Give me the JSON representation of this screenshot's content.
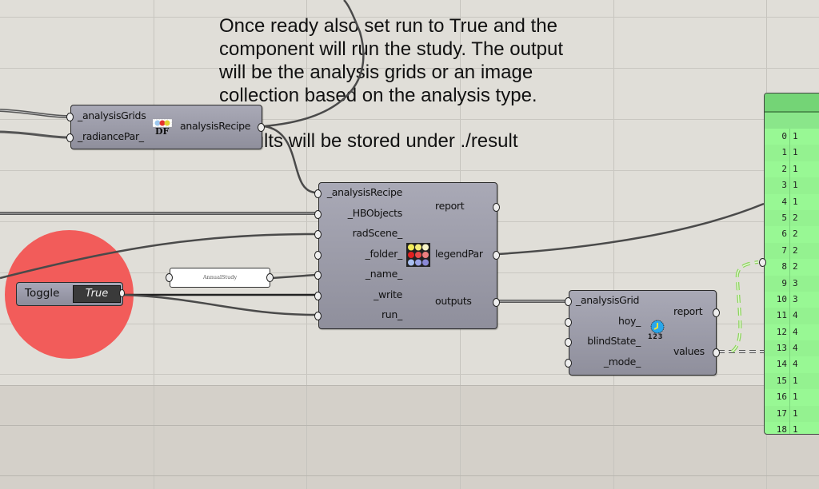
{
  "note": {
    "paragraph1": [
      "Once ready also set run to True and the",
      "component will run the study. The output",
      "will be the analysis grids or an image",
      "collection based on the analysis type."
    ],
    "paragraph2": "Results will be stored under ./result"
  },
  "recipe_component": {
    "inputs": [
      "_analysisGrids",
      "_radiancePar_"
    ],
    "icon": "daylight-factor-icon",
    "icon_label": "DF",
    "output": "analysisRecipe"
  },
  "run_component": {
    "inputs": [
      "_analysisRecipe",
      "_HBObjects",
      "radScene_",
      "_folder_",
      "_name_",
      "_write",
      "run_"
    ],
    "outputs": [
      "report",
      "legendPar",
      "outputs"
    ],
    "icon": "run-radiance-analysis-icon"
  },
  "results_component": {
    "inputs": [
      "_analysisGrid",
      "hoy_",
      "blindState_",
      "_mode_"
    ],
    "outputs": [
      "report",
      "values"
    ],
    "icon": "clock-values-icon",
    "icon_label": "123"
  },
  "toggle": {
    "label": "Toggle",
    "value": "True"
  },
  "name_panel": {
    "text": "AnnualStudy"
  },
  "values_panel": {
    "rows": [
      {
        "index": "0",
        "value": "1"
      },
      {
        "index": "1",
        "value": "1"
      },
      {
        "index": "2",
        "value": "1"
      },
      {
        "index": "3",
        "value": "1"
      },
      {
        "index": "4",
        "value": "1"
      },
      {
        "index": "5",
        "value": "2"
      },
      {
        "index": "6",
        "value": "2"
      },
      {
        "index": "7",
        "value": "2"
      },
      {
        "index": "8",
        "value": "2"
      },
      {
        "index": "9",
        "value": "3"
      },
      {
        "index": "10",
        "value": "3"
      },
      {
        "index": "11",
        "value": "4"
      },
      {
        "index": "12",
        "value": "4"
      },
      {
        "index": "13",
        "value": "4"
      },
      {
        "index": "14",
        "value": "4"
      },
      {
        "index": "15",
        "value": "1"
      },
      {
        "index": "16",
        "value": "1"
      },
      {
        "index": "17",
        "value": "1"
      },
      {
        "index": "18",
        "value": "1"
      }
    ]
  },
  "colors": {
    "canvas": "#e0ded8",
    "component": "#9c9ca8",
    "highlight_circle": "#f25c5a",
    "panel_green": "#98f894",
    "wire": "#444444",
    "selected_wire": "#8ad45a"
  }
}
